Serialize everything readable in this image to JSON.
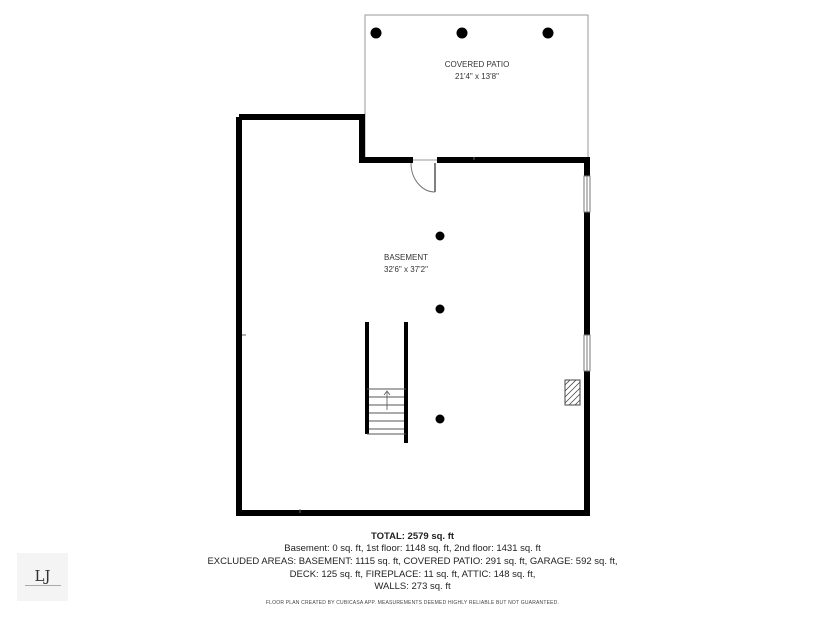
{
  "rooms": {
    "covered_patio": {
      "name": "COVERED PATIO",
      "dims": "21'4\" x 13'8\""
    },
    "basement": {
      "name": "BASEMENT",
      "dims": "32'6\" x 37'2\""
    }
  },
  "summary": {
    "total": "TOTAL: 2579 sq. ft",
    "line1": "Basement: 0 sq. ft, 1st floor: 1148 sq. ft, 2nd floor: 1431 sq. ft",
    "line2": "EXCLUDED AREAS: BASEMENT: 1115 sq. ft, COVERED PATIO: 291 sq. ft, GARAGE: 592 sq. ft,",
    "line3": "DECK: 125 sq. ft, FIREPLACE: 11 sq. ft, ATTIC: 148 sq. ft,",
    "line4": "WALLS: 273 sq. ft",
    "disclaimer": "FLOOR PLAN CREATED BY CUBICASA APP. MEASUREMENTS DEEMED HIGHLY RELIABLE BUT NOT GUARANTEED."
  },
  "logo": {
    "monogram": "LJ",
    "icon": "monogram-logo-icon"
  },
  "colors": {
    "wall": "#000000",
    "thin_line": "#888888",
    "background": "#ffffff"
  }
}
